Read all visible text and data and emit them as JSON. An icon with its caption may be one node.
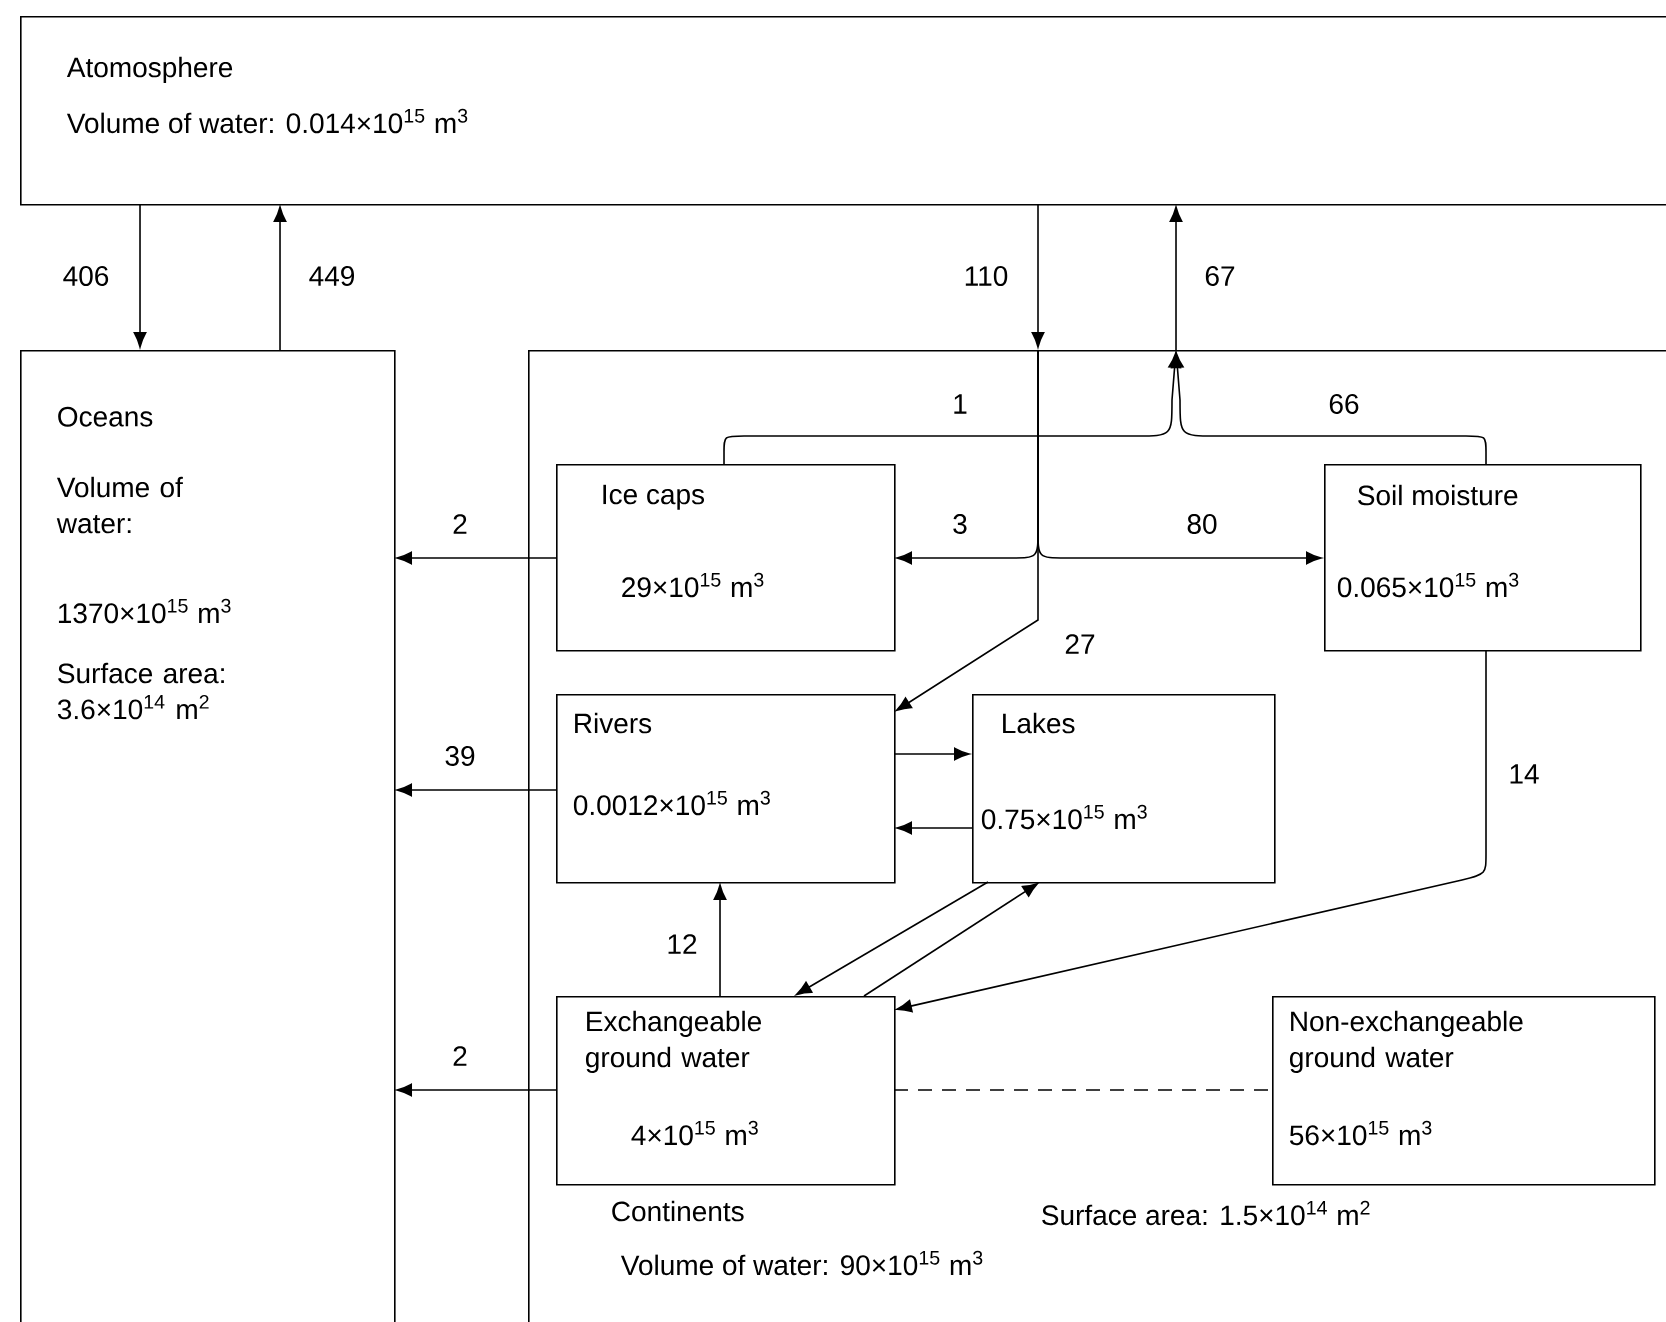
{
  "diagram": {
    "nodes": [
      {
        "text": [
          "Atomosphere",
          "Volume of water: 0.014×10$^{15}$ m$^{3}$"
        ]
      },
      {
        "text": [
          "Oceans",
          "Volume of water:",
          "1370×10$^{15}$ m$^{3}$",
          "Surface area: 3.6×10$^{14}$ m$^{2}$"
        ]
      },
      {
        "text": [
          "Continents",
          "Volume of water: 90×10$^{15}$ m$^{3}$",
          "Surface area: 1.5×10$^{14}$ m$^{2}$"
        ]
      },
      {
        "text": [
          "Ice caps",
          "29×10$^{15}$ m$^{3}$"
        ],
        "in": 2
      },
      {
        "text": [
          "Soil moisture",
          "0.065×10$^{15}$ m$^{3}$"
        ],
        "in": 2
      },
      {
        "text": [
          "Rivers",
          "0.0012×10$^{15}$ m$^{3}$"
        ],
        "in": 2
      },
      {
        "text": [
          "Lakes",
          "0.75×10$^{15}$ m$^{3}$"
        ],
        "in": 2
      },
      {
        "text": [
          "Exchangeable ground water",
          "4×10$^{15}$ m$^{3}$"
        ],
        "in": 2
      },
      {
        "text": [
          "Non-exchangeable ground water",
          "56×10$^{15}$ m$^{3}$"
        ],
        "in": 2
      }
    ],
    "edges": [
      {
        "from": 0,
        "to": 1,
        "arrow": "to",
        "label": "406"
      },
      {
        "from": 1,
        "to": 0,
        "arrow": "to",
        "label": "449"
      },
      {
        "from": 0,
        "to": 2,
        "arrow": "to",
        "label": "110"
      },
      {
        "from": 2,
        "to": 3,
        "arrow": "to",
        "label": "3"
      },
      {
        "from": 2,
        "to": 4,
        "arrow": "to",
        "label": "80"
      },
      {
        "from": 2,
        "to": 5,
        "arrow": "to",
        "label": "27"
      },
      {
        "from": 3,
        "to": null,
        "arrow": "to",
        "label": "1"
      },
      {
        "from": 4,
        "to": null,
        "arrow": "to",
        "label": "66"
      },
      {
        "from": 2,
        "to": 0,
        "arrow": "to",
        "label": "67"
      },
      {
        "from": 3,
        "to": 1,
        "arrow": "to",
        "label": "2"
      },
      {
        "from": 5,
        "to": 1,
        "arrow": "to",
        "label": "39"
      },
      {
        "from": 7,
        "to": 1,
        "arrow": "to",
        "label": "2"
      },
      {
        "from": 5,
        "to": 6,
        "arrow": "to"
      },
      {
        "from": 6,
        "to": 5,
        "arrow": "to"
      },
      {
        "from": 7,
        "to": 5,
        "arrow": "to",
        "label": "12"
      },
      {
        "from": 6,
        "to": 7,
        "arrow": "to"
      },
      {
        "from": 7,
        "to": 6,
        "arrow": "to"
      },
      {
        "from": 4,
        "to": 7,
        "arrow": "to",
        "label": "14"
      },
      {
        "from": 7,
        "to": 8,
        "arrow": "none",
        "style": "dashed"
      }
    ]
  }
}
